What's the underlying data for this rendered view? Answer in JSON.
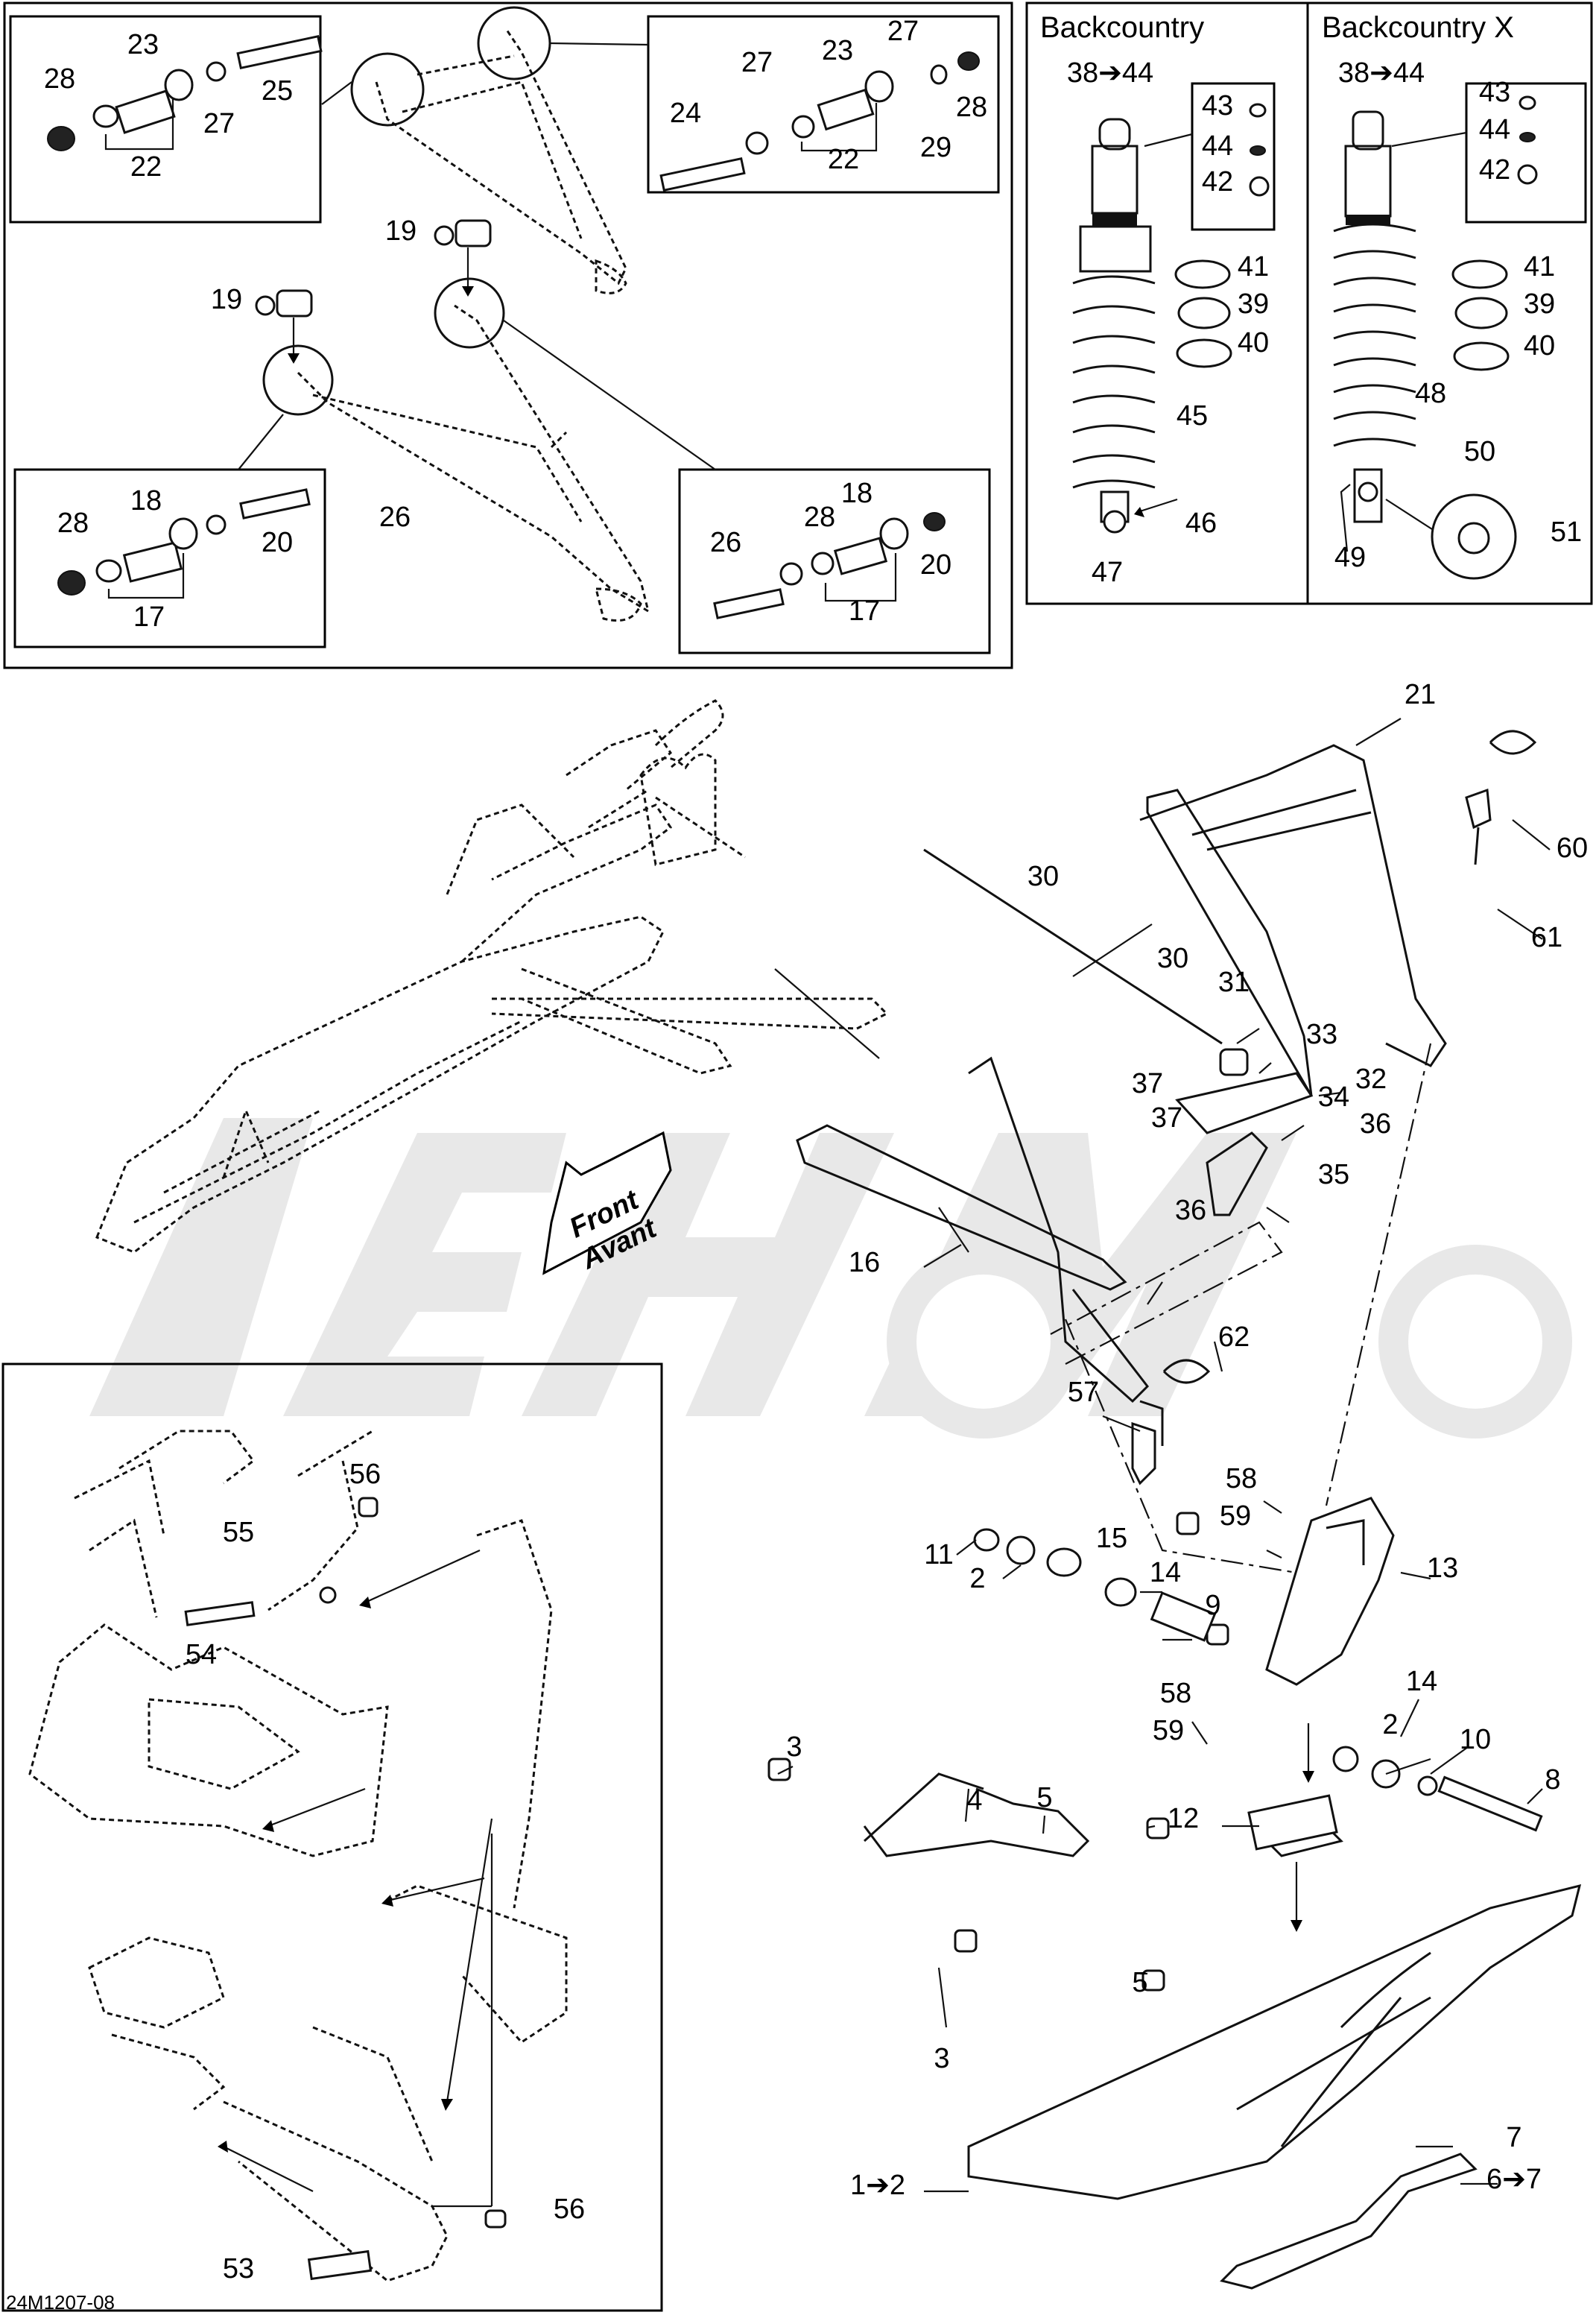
{
  "figure_code": "24M1207-08",
  "front_badge": {
    "line1": "Front",
    "line2": "Avant"
  },
  "shock_panels": [
    {
      "title": "Backcountry"
    },
    {
      "title": "Backcountry X"
    }
  ],
  "callouts": [
    {
      "id": "c1",
      "text": "28"
    },
    {
      "id": "c2",
      "text": "23"
    },
    {
      "id": "c3",
      "text": "25"
    },
    {
      "id": "c4",
      "text": "27"
    },
    {
      "id": "c5",
      "text": "22"
    },
    {
      "id": "c6",
      "text": "27"
    },
    {
      "id": "c7",
      "text": "23"
    },
    {
      "id": "c8",
      "text": "27"
    },
    {
      "id": "c9",
      "text": "24"
    },
    {
      "id": "c10",
      "text": "28"
    },
    {
      "id": "c11",
      "text": "29"
    },
    {
      "id": "c12",
      "text": "22"
    },
    {
      "id": "c13",
      "text": "19"
    },
    {
      "id": "c14",
      "text": "19"
    },
    {
      "id": "c15",
      "text": "28"
    },
    {
      "id": "c16",
      "text": "18"
    },
    {
      "id": "c17",
      "text": "20"
    },
    {
      "id": "c18",
      "text": "26"
    },
    {
      "id": "c19",
      "text": "17"
    },
    {
      "id": "c20",
      "text": "26"
    },
    {
      "id": "c21",
      "text": "18"
    },
    {
      "id": "c22",
      "text": "20"
    },
    {
      "id": "c23",
      "text": "28"
    },
    {
      "id": "c24",
      "text": "17"
    },
    {
      "id": "c25",
      "text": "38➔44"
    },
    {
      "id": "c26",
      "text": "43"
    },
    {
      "id": "c27",
      "text": "44"
    },
    {
      "id": "c28",
      "text": "42"
    },
    {
      "id": "c29",
      "text": "41"
    },
    {
      "id": "c30",
      "text": "39"
    },
    {
      "id": "c31",
      "text": "40"
    },
    {
      "id": "c32",
      "text": "45"
    },
    {
      "id": "c33",
      "text": "46"
    },
    {
      "id": "c34",
      "text": "47"
    },
    {
      "id": "c35",
      "text": "38➔44"
    },
    {
      "id": "c36",
      "text": "43"
    },
    {
      "id": "c37",
      "text": "44"
    },
    {
      "id": "c38",
      "text": "42"
    },
    {
      "id": "c39",
      "text": "41"
    },
    {
      "id": "c40",
      "text": "39"
    },
    {
      "id": "c41",
      "text": "40"
    },
    {
      "id": "c42",
      "text": "48"
    },
    {
      "id": "c43",
      "text": "50"
    },
    {
      "id": "c44",
      "text": "51"
    },
    {
      "id": "c45",
      "text": "49"
    },
    {
      "id": "c46",
      "text": "21"
    },
    {
      "id": "c47",
      "text": "60"
    },
    {
      "id": "c48",
      "text": "61"
    },
    {
      "id": "c49",
      "text": "30"
    },
    {
      "id": "c50",
      "text": "30"
    },
    {
      "id": "c51",
      "text": "31"
    },
    {
      "id": "c52",
      "text": "33"
    },
    {
      "id": "c53",
      "text": "32"
    },
    {
      "id": "c54",
      "text": "37"
    },
    {
      "id": "c55",
      "text": "34"
    },
    {
      "id": "c56",
      "text": "37"
    },
    {
      "id": "c57",
      "text": "36"
    },
    {
      "id": "c58",
      "text": "35"
    },
    {
      "id": "c59",
      "text": "16"
    },
    {
      "id": "c60",
      "text": "36"
    },
    {
      "id": "c61",
      "text": "62"
    },
    {
      "id": "c62",
      "text": "57"
    },
    {
      "id": "c63",
      "text": "58"
    },
    {
      "id": "c64",
      "text": "59"
    },
    {
      "id": "c65",
      "text": "13"
    },
    {
      "id": "c66",
      "text": "11"
    },
    {
      "id": "c67",
      "text": "15"
    },
    {
      "id": "c68",
      "text": "2"
    },
    {
      "id": "c69",
      "text": "14"
    },
    {
      "id": "c70",
      "text": "9"
    },
    {
      "id": "c71",
      "text": "58"
    },
    {
      "id": "c72",
      "text": "59"
    },
    {
      "id": "c73",
      "text": "14"
    },
    {
      "id": "c74",
      "text": "2"
    },
    {
      "id": "c75",
      "text": "10"
    },
    {
      "id": "c76",
      "text": "8"
    },
    {
      "id": "c77",
      "text": "12"
    },
    {
      "id": "c78",
      "text": "4"
    },
    {
      "id": "c79",
      "text": "5"
    },
    {
      "id": "c80",
      "text": "3"
    },
    {
      "id": "c81",
      "text": "5"
    },
    {
      "id": "c82",
      "text": "3"
    },
    {
      "id": "c83",
      "text": "7"
    },
    {
      "id": "c84",
      "text": "6➔7"
    },
    {
      "id": "c85",
      "text": "1➔2"
    },
    {
      "id": "c86",
      "text": "56"
    },
    {
      "id": "c87",
      "text": "55"
    },
    {
      "id": "c88",
      "text": "54"
    },
    {
      "id": "c89",
      "text": "56"
    },
    {
      "id": "c90",
      "text": "53"
    }
  ]
}
